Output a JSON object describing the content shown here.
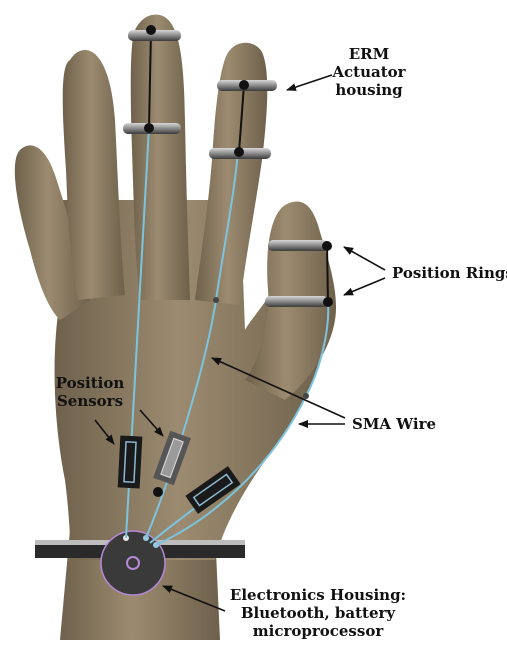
{
  "labels": {
    "erm": [
      "ERM",
      "Actuator",
      "housing"
    ],
    "position_rings": "Position Rings",
    "position_sensors": [
      "Position",
      "Sensors"
    ],
    "sma_wire": "SMA Wire",
    "electronics": [
      "Electronics Housing:",
      "Bluetooth, battery",
      "microprocessor"
    ]
  },
  "colors": {
    "skin": "#8c7b63",
    "skin_dark": "#6f614c",
    "skin_light": "#a8987d",
    "wire": "#7cc4de",
    "ring": "#9a9a9a",
    "ring_dark": "#3a3a3a",
    "sensor": "#1a1a1a",
    "housing": "#2e2e2e",
    "housing_accent": "#b68ad8",
    "text": "#111111"
  },
  "icons": [
    "arrow-icon",
    "ring-icon",
    "sensor-icon",
    "housing-icon"
  ]
}
